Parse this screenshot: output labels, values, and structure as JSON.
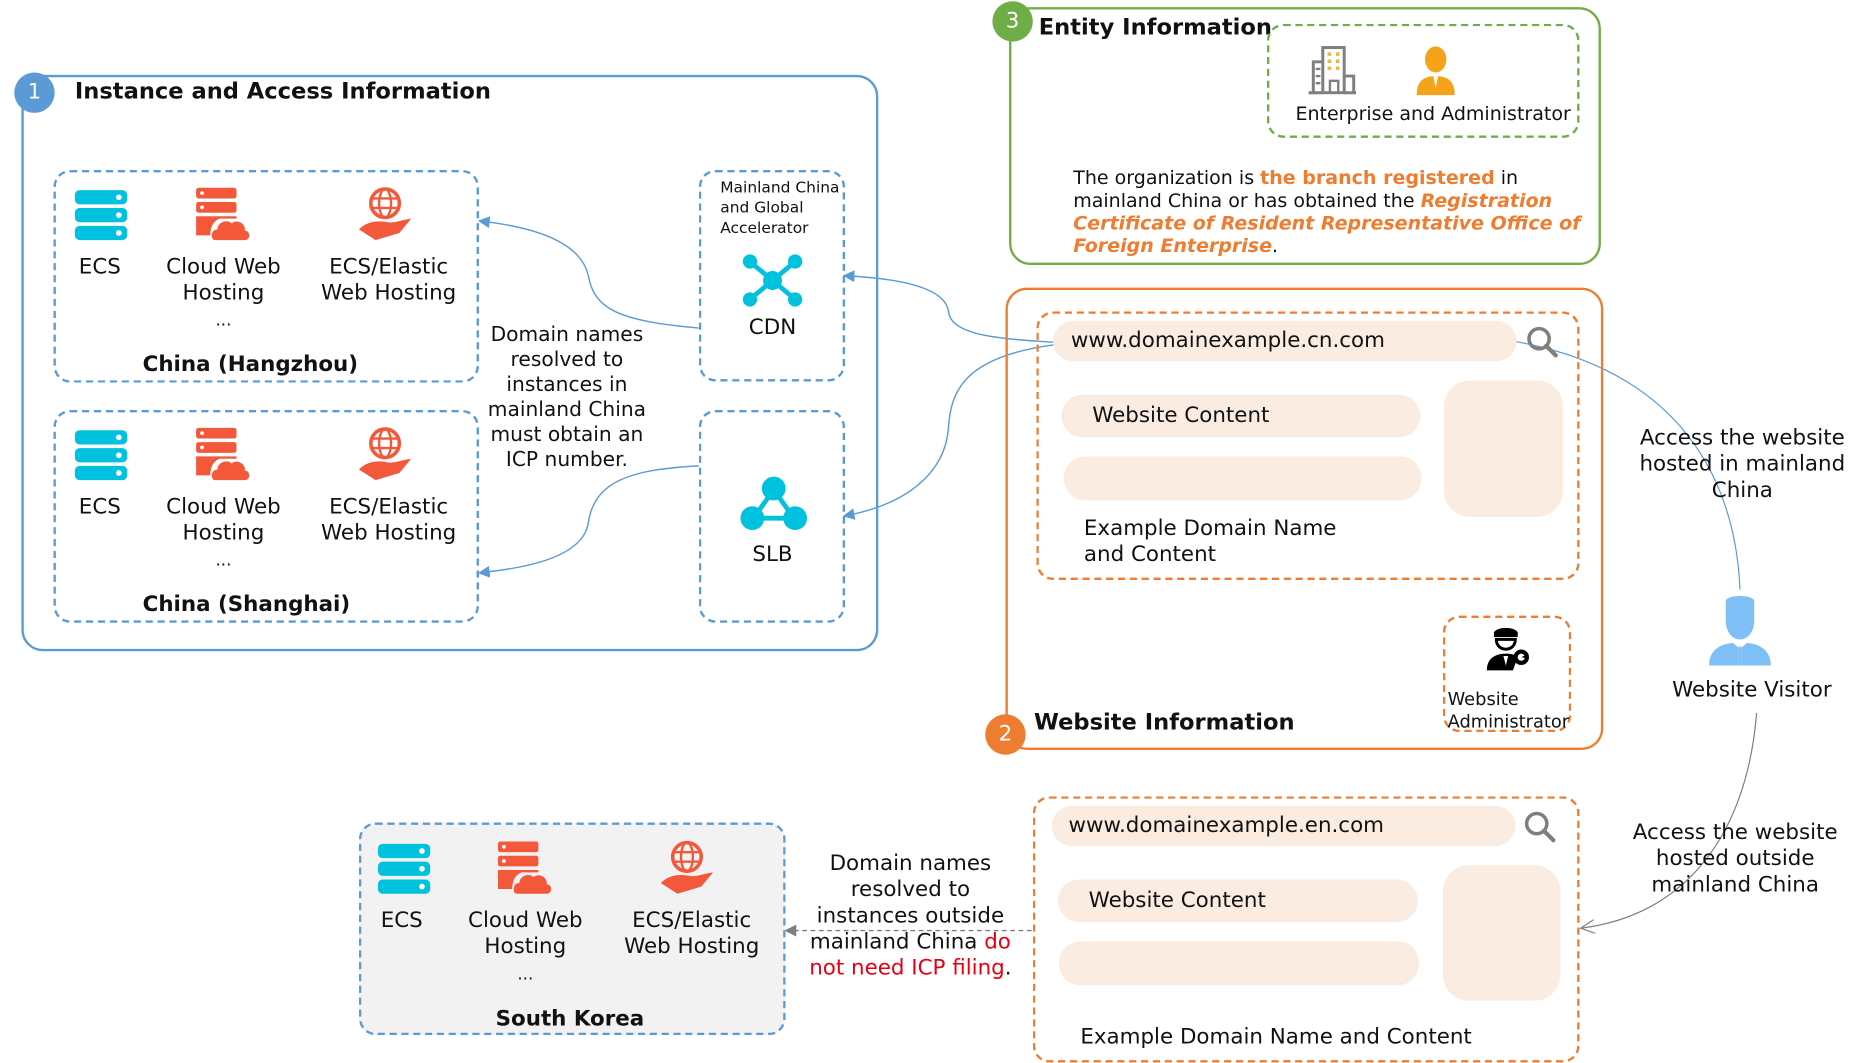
{
  "colors": {
    "blue": "#5b9bd5",
    "green": "#70ad47",
    "orange": "#ed7d31",
    "cyan_icon": "#00c1de",
    "red_icon": "#f4583a",
    "pill_fill": "#fbece2",
    "korea_fill": "#f2f2f2",
    "red_text": "#e60012",
    "visitor_icon": "#7fbff7"
  },
  "section1": {
    "badge": "1",
    "title": "Instance and Access Information",
    "regions": [
      {
        "name": "China (Hangzhou)",
        "services": [
          {
            "icon": "ecs-server-icon",
            "label": "ECS"
          },
          {
            "icon": "cloud-web-hosting-icon",
            "label": "Cloud Web Hosting",
            "more": "..."
          },
          {
            "icon": "elastic-web-hosting-icon",
            "label": "ECS/Elastic Web Hosting"
          }
        ]
      },
      {
        "name": "China (Shanghai)",
        "services": [
          {
            "icon": "ecs-server-icon",
            "label": "ECS"
          },
          {
            "icon": "cloud-web-hosting-icon",
            "label": "Cloud Web Hosting",
            "more": "..."
          },
          {
            "icon": "elastic-web-hosting-icon",
            "label": "ECS/Elastic Web Hosting"
          }
        ]
      }
    ],
    "accelerator": {
      "caption": "Mainland China and Global Accelerator",
      "caption_lines": [
        "Mainland China",
        "and Global",
        "Accelerator"
      ],
      "cdn_label": "CDN",
      "slb_label": "SLB"
    },
    "icp_note": [
      "Domain names",
      "resolved to",
      "instances in",
      "mainland China",
      "must obtain an",
      "ICP number."
    ]
  },
  "section2": {
    "badge": "2",
    "title": "Website Information",
    "site": {
      "domain": "www.domainexample.cn.com",
      "content_label": "Website Content",
      "caption": [
        "Example Domain Name",
        "and Content"
      ]
    },
    "admin": {
      "label_lines": [
        "Website",
        "Administrator"
      ]
    }
  },
  "section3": {
    "badge": "3",
    "title": "Entity Information",
    "entity_label": "Enterprise and Administrator",
    "description": {
      "part1": "The organization is ",
      "highlight1": "the branch registered",
      "part2": " in mainland China or has obtained the ",
      "highlight2": "Registration Certificate of Resident Representative Office of Foreign Enterprise",
      "part3": "."
    }
  },
  "visitor": {
    "label": "Website Visitor",
    "access_in": [
      "Access the website",
      "hosted in mainland",
      "China"
    ],
    "access_out": [
      "Access the website",
      "hosted outside",
      "mainland China"
    ]
  },
  "overseas": {
    "region": "South Korea",
    "services": [
      {
        "icon": "ecs-server-icon",
        "label": "ECS"
      },
      {
        "icon": "cloud-web-hosting-icon",
        "label": "Cloud Web Hosting",
        "more": "..."
      },
      {
        "icon": "elastic-web-hosting-icon",
        "label": "ECS/Elastic Web Hosting"
      }
    ],
    "site": {
      "domain": "www.domainexample.en.com",
      "content_label": "Website Content",
      "caption": "Example Domain Name and Content"
    },
    "note_lines": [
      "Domain names",
      "resolved to",
      "instances outside"
    ],
    "note_line4_black": "mainland China ",
    "note_line4_red": "do",
    "note_line5_red": "not need ICP filing",
    "note_line5_tail": "."
  }
}
